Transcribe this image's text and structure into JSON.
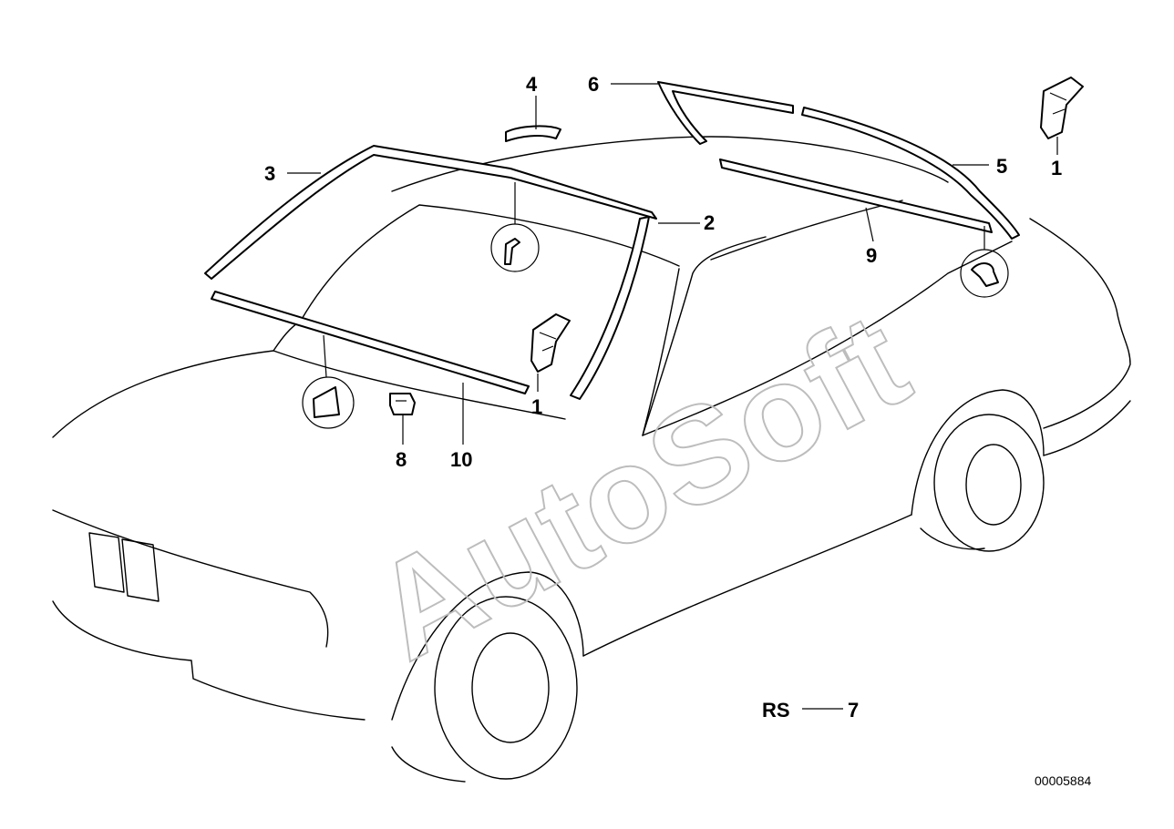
{
  "watermark": "AutoSoft",
  "callouts": {
    "c1_right": "1",
    "c1_center": "1",
    "c2": "2",
    "c3": "3",
    "c4": "4",
    "c5": "5",
    "c6": "6",
    "c8": "8",
    "c9": "9",
    "c10": "10"
  },
  "rs_note": {
    "label": "RS",
    "dash": "—",
    "ref": "7"
  },
  "drawing_number": "00005884"
}
